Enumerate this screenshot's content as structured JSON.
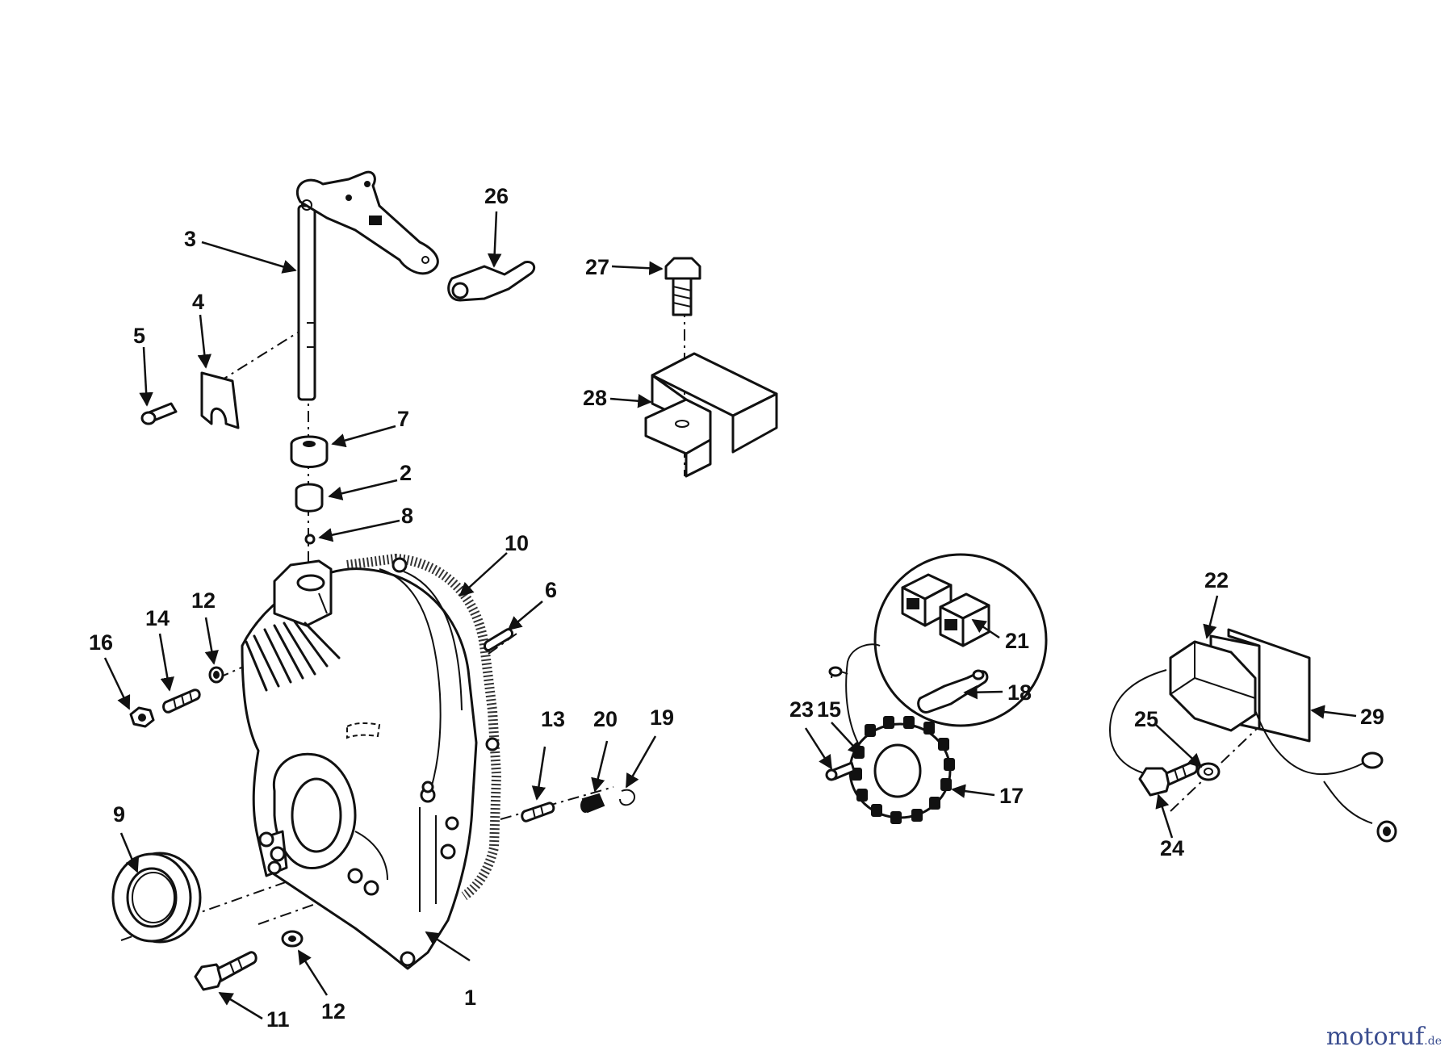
{
  "diagram": {
    "callouts": [
      "1",
      "2",
      "3",
      "4",
      "5",
      "6",
      "7",
      "8",
      "9",
      "10",
      "11",
      "12",
      "12",
      "13",
      "14",
      "15",
      "16",
      "17",
      "18",
      "19",
      "20",
      "21",
      "22",
      "23",
      "24",
      "25",
      "26",
      "27",
      "28",
      "29"
    ]
  },
  "watermark": {
    "name": "motoruf",
    "tld": ".de",
    "colors": {
      "name": "#3a4d8f",
      "accent": "#e07a1a"
    }
  }
}
